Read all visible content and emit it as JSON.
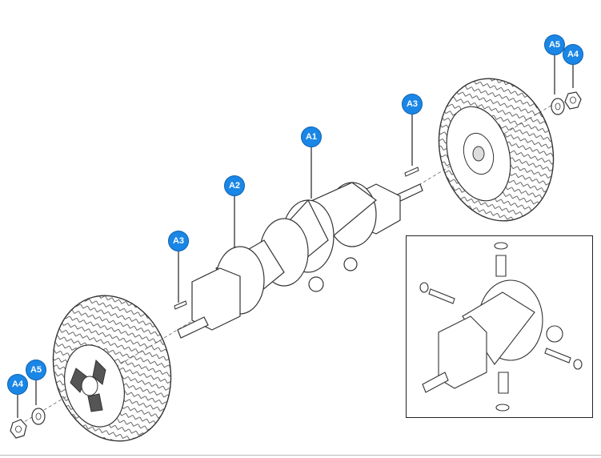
{
  "colors": {
    "callout_fill": "#1a86e6",
    "line": "#333333",
    "frame": "#222222"
  },
  "callouts": {
    "a1": "A1",
    "a2": "A2",
    "a3_left": "A3",
    "a3_right": "A3",
    "a4_left": "A4",
    "a4_right": "A4",
    "a5_left": "A5",
    "a5_right": "A5"
  }
}
